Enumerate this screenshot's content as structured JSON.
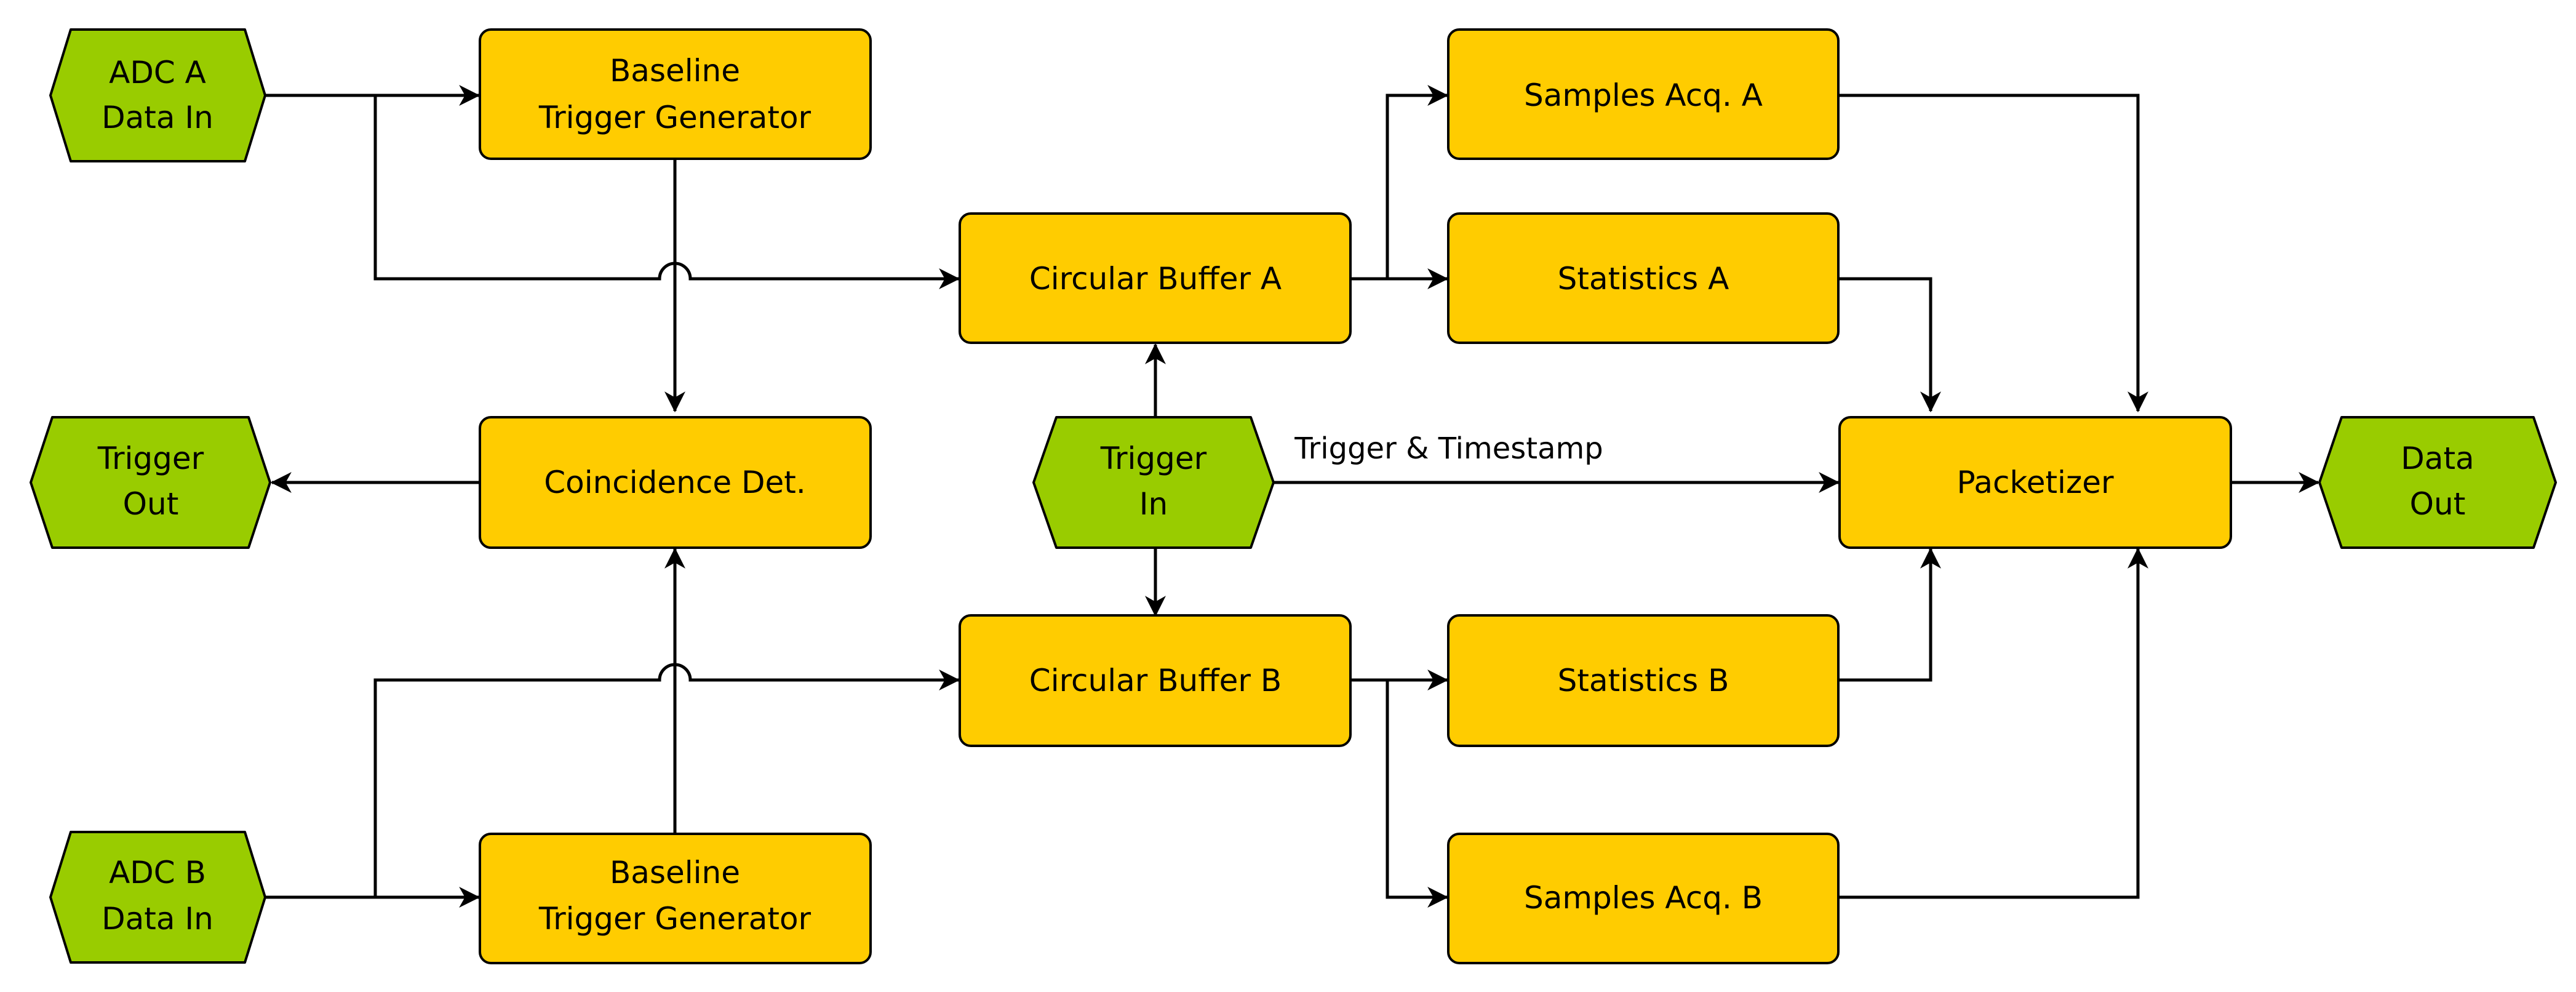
{
  "colors": {
    "block_fill": "#ffcc00",
    "port_fill": "#99cc00",
    "stroke": "#000000"
  },
  "ports": {
    "adc_a": {
      "line1": "ADC A",
      "line2": "Data In"
    },
    "adc_b": {
      "line1": "ADC B",
      "line2": "Data In"
    },
    "trigger_out": {
      "line1": "Trigger",
      "line2": "Out"
    },
    "trigger_in": {
      "line1": "Trigger",
      "line2": "In"
    },
    "data_out": {
      "line1": "Data",
      "line2": "Out"
    }
  },
  "blocks": {
    "baseline_a": {
      "line1": "Baseline",
      "line2": "Trigger Generator"
    },
    "baseline_b": {
      "line1": "Baseline",
      "line2": "Trigger Generator"
    },
    "coincidence": {
      "label": "Coincidence Det."
    },
    "circ_buf_a": {
      "label": "Circular Buffer A"
    },
    "circ_buf_b": {
      "label": "Circular Buffer B"
    },
    "samples_a": {
      "label": "Samples Acq. A"
    },
    "statistics_a": {
      "label": "Statistics A"
    },
    "statistics_b": {
      "label": "Statistics B"
    },
    "samples_b": {
      "label": "Samples Acq. B"
    },
    "packetizer": {
      "label": "Packetizer"
    }
  },
  "edges": {
    "trigger_timestamp": "Trigger & Timestamp"
  }
}
